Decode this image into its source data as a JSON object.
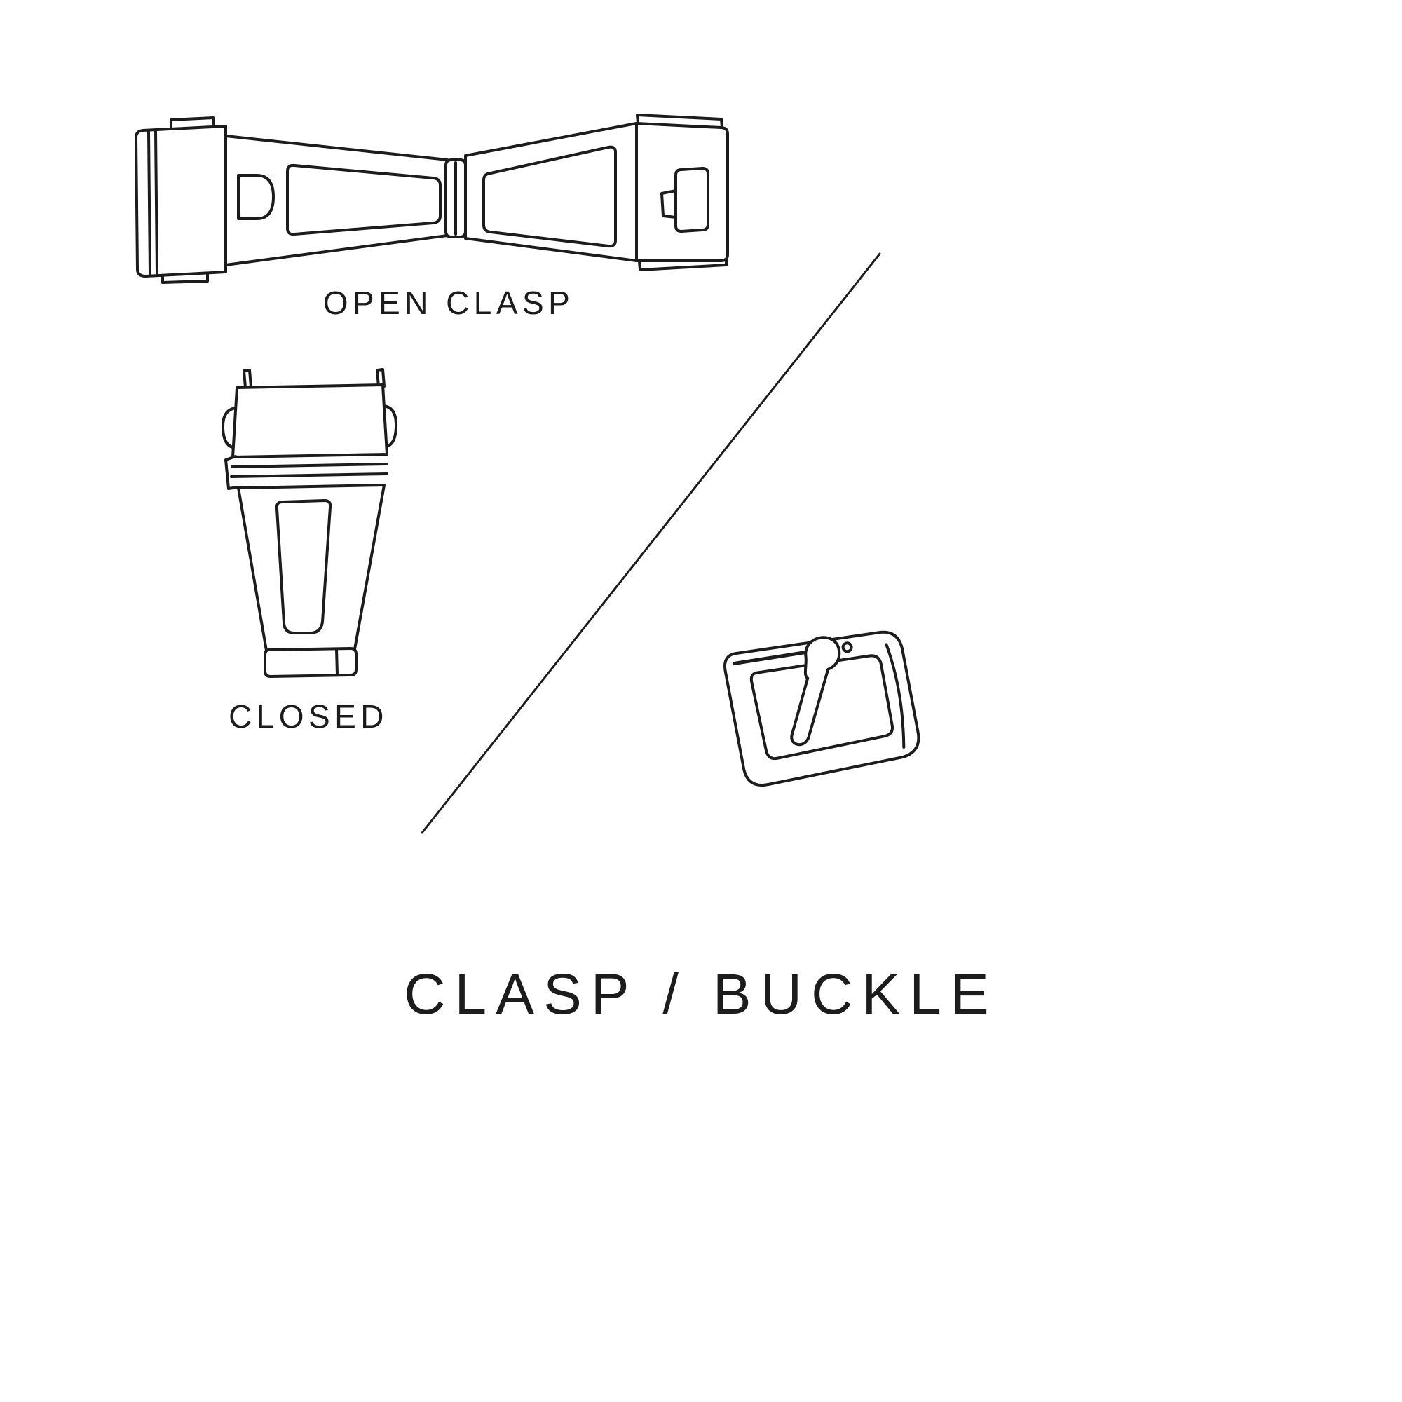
{
  "page": {
    "title": "CLASP / BUCKLE",
    "background_color": "#ffffff",
    "ink_color": "#1c1c1c"
  },
  "labels": {
    "open_clasp": "OPEN CLASP",
    "closed": "CLOSED"
  },
  "illustrations": {
    "open_clasp": "open-clasp-illustration",
    "closed_clasp": "closed-clasp-illustration",
    "buckle": "buckle-illustration",
    "divider": "diagonal-divider-line"
  }
}
